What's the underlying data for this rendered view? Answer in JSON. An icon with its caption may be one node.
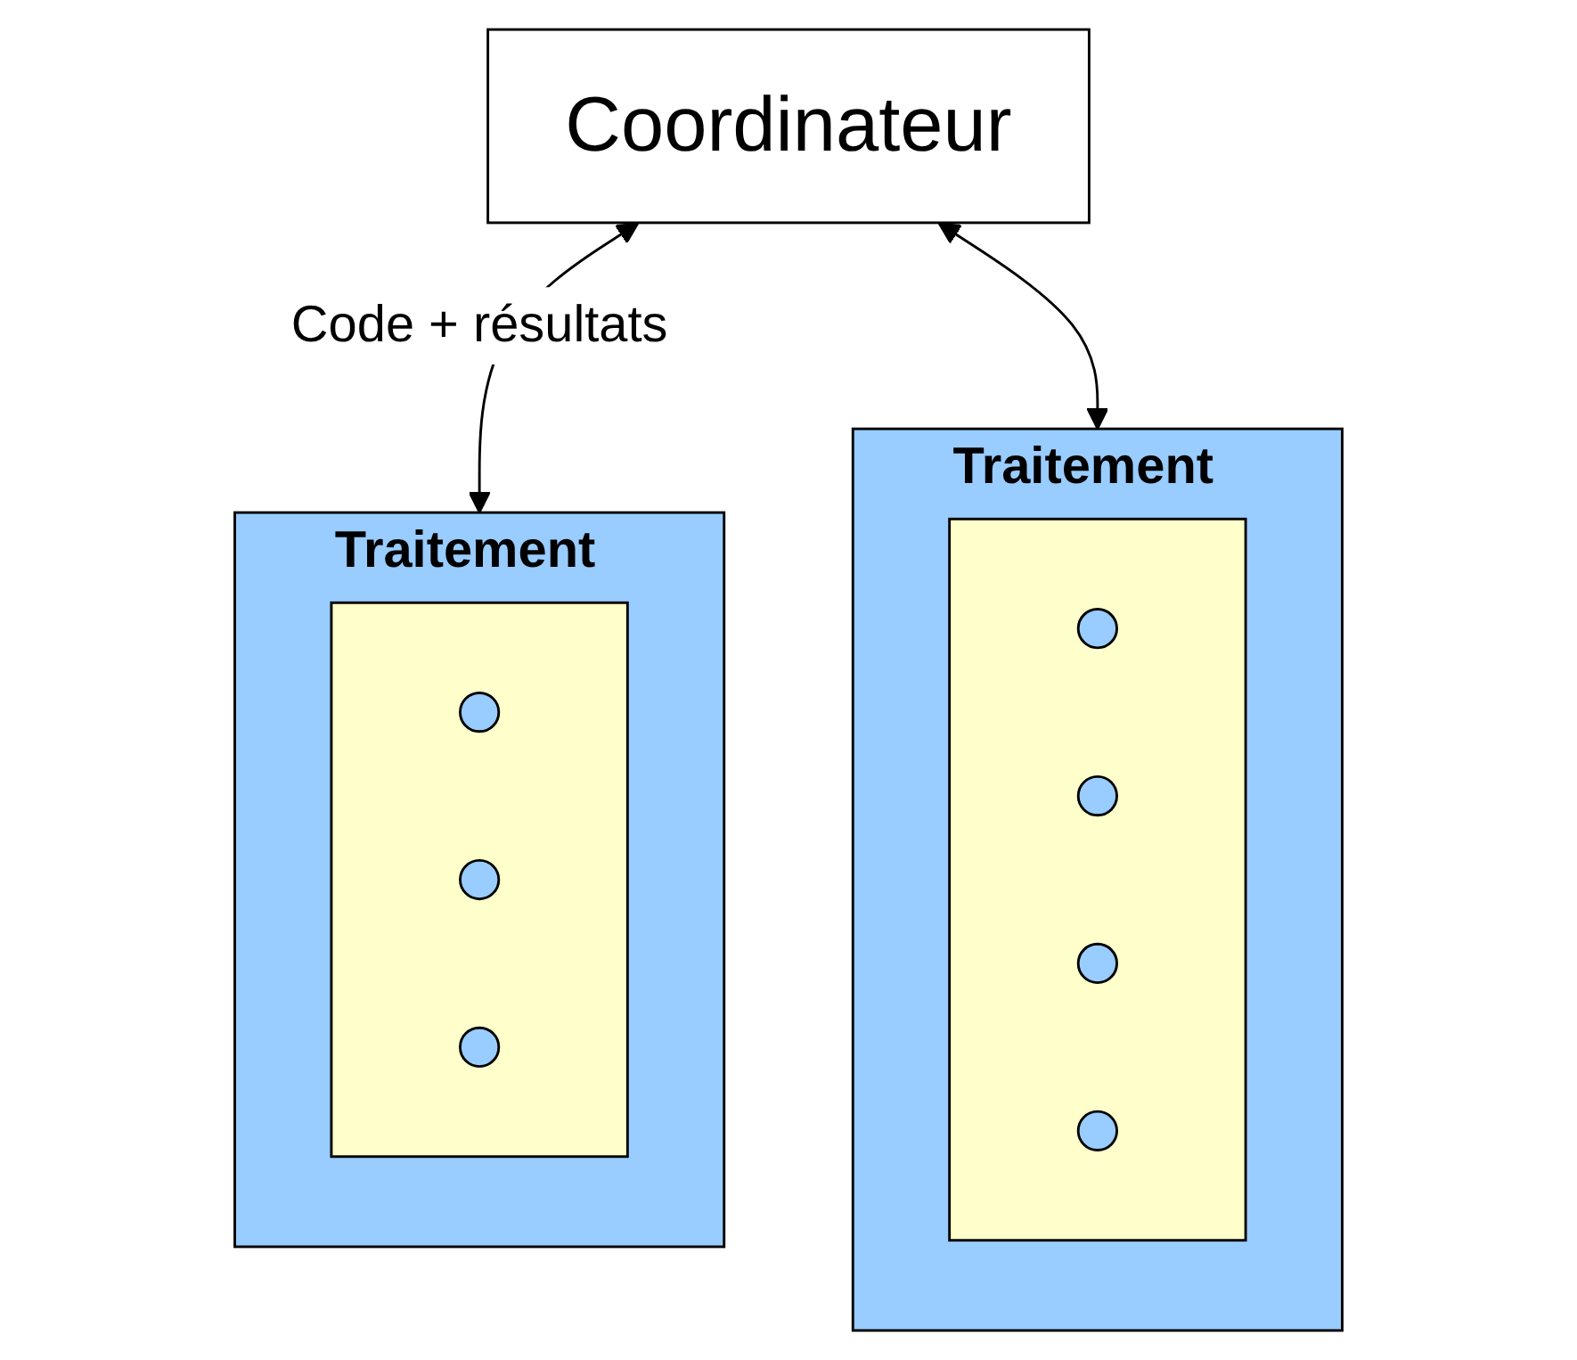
{
  "diagram": {
    "nodes": [
      {
        "text": [
          "Coordinateur"
        ]
      },
      {
        "text": [
          "Traitement"
        ]
      },
      {
        "text": [],
        "shape": "cylinder",
        "in": 1
      },
      {
        "text": [],
        "shape": "circle",
        "in": 2
      },
      {
        "text": [],
        "shape": "circle",
        "in": 2
      },
      {
        "text": [],
        "shape": "circle",
        "in": 2
      },
      {
        "text": [
          "Traitement"
        ]
      },
      {
        "text": [],
        "shape": "cylinder",
        "in": 6
      },
      {
        "text": [],
        "shape": "circle",
        "in": 7
      },
      {
        "text": [],
        "shape": "circle",
        "in": 7
      },
      {
        "text": [],
        "shape": "circle",
        "in": 7
      },
      {
        "text": [],
        "shape": "circle",
        "in": 7
      }
    ],
    "edges": [
      {
        "from": 0,
        "to": 1,
        "arrow": "both",
        "label": "Code + résultats"
      },
      {
        "from": 0,
        "to": 6,
        "arrow": "both"
      }
    ]
  }
}
